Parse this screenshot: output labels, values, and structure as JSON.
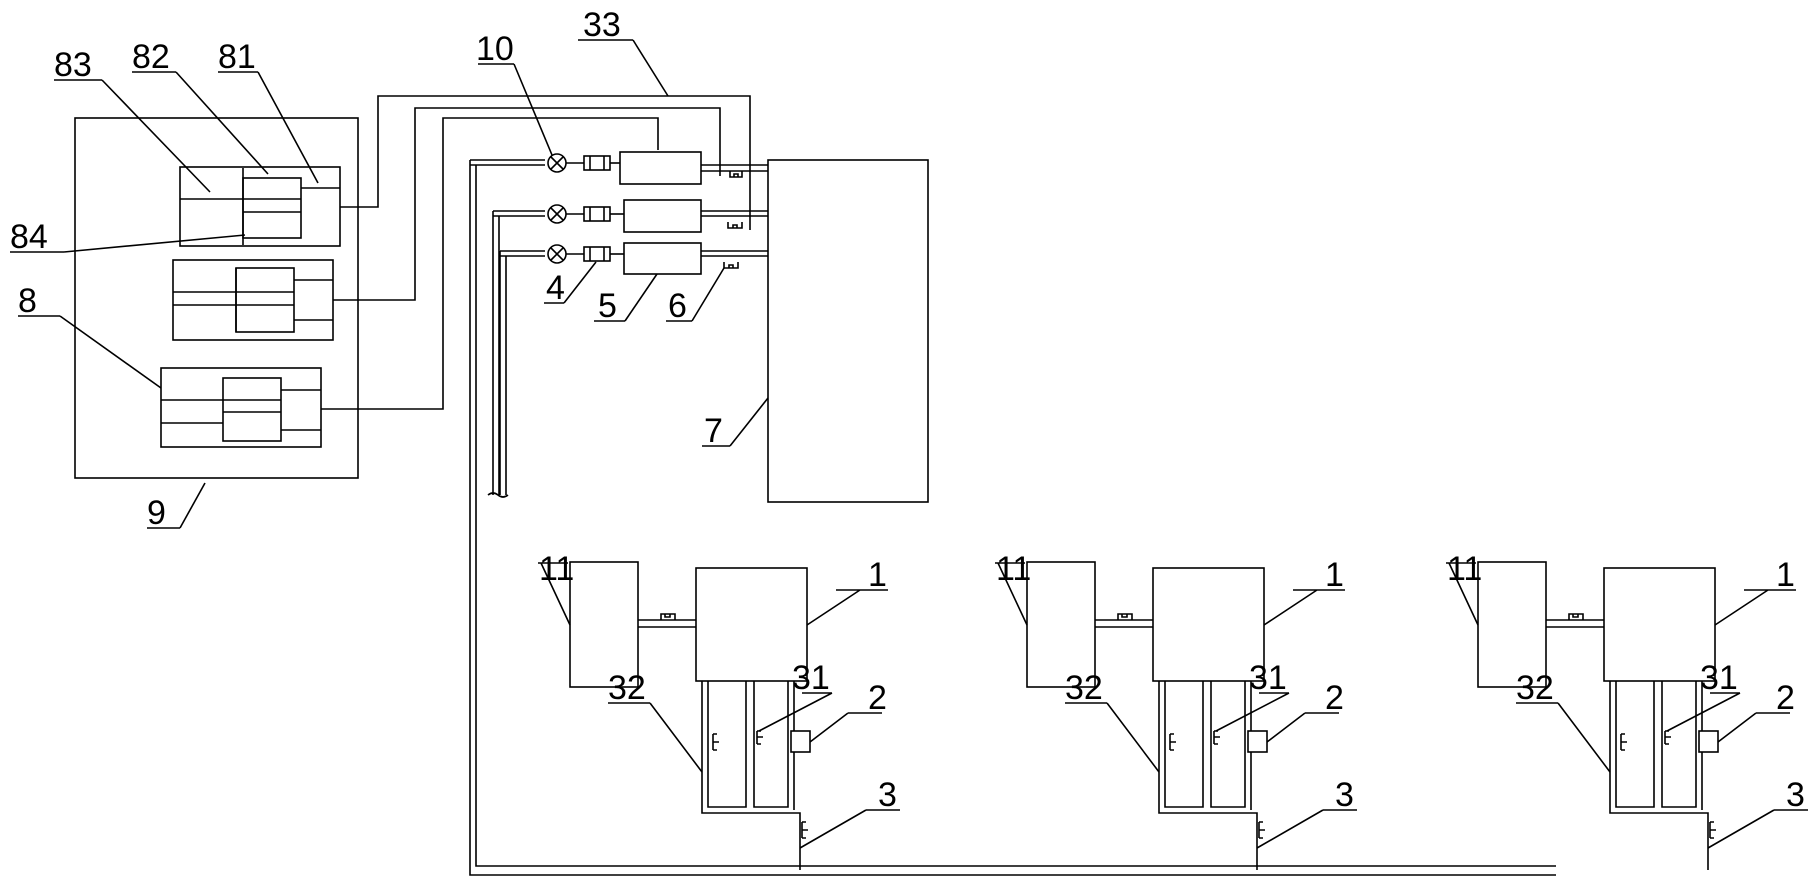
{
  "labels": {
    "l33": "33",
    "l10": "10",
    "l83": "83",
    "l82": "82",
    "l81": "81",
    "l84": "84",
    "l8": "8",
    "l9": "9",
    "l4": "4",
    "l5": "5",
    "l6": "6",
    "l7": "7",
    "unit_main": "1",
    "unit_aux": "11",
    "unit_sensor": "2",
    "unit_pipe31": "31",
    "unit_pipe32": "32",
    "unit_valve3": "3"
  }
}
